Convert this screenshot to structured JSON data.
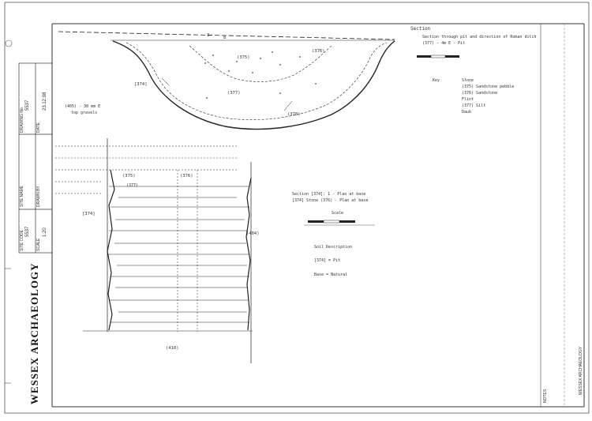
{
  "title_block": {
    "company": "WESSEX ARCHAEOLOGY",
    "site_code_label": "SITE CODE",
    "site_code": "5537",
    "scale_label": "SCALE",
    "scale": "1:20",
    "site_name_label": "SITE NAME",
    "drawn_by_label": "DRAWN BY",
    "drawing_no_label": "DRAWING No.",
    "drawing_no": "5537",
    "date_label": "DATE",
    "date": "23.12.98",
    "notes_label": "NOTES"
  },
  "section": {
    "top_labels": [
      "8",
      "3"
    ],
    "fill_labels": [
      "(375)",
      "(376)",
      "(377)",
      "(378)"
    ],
    "cut_label": "[374]",
    "side_note": [
      "(405) - 30 mm E",
      "top gravels"
    ]
  },
  "plan": {
    "labels": [
      "(375)",
      "(376)",
      "(377)",
      "(404)",
      "[374]"
    ],
    "bottom_label": "(410)",
    "note_line_1": "Section [374]: 1 - Plan at base",
    "note_line_2": "[374] Stone (376) - Plan at base"
  },
  "key_top": {
    "title": "Section",
    "lines": [
      "Section through pit and direction of Roman ditch",
      "(377) - 4m E - Pit"
    ],
    "legend_label": "Key",
    "legend_items": [
      "Stone",
      "(375) Sandstone pebble",
      "(376) Sandstone",
      "Flint",
      "(377) Silt",
      "Daub"
    ]
  },
  "key_mid": {
    "scale_title": "Scale",
    "legend": [
      "Soil Description",
      "[374] = Pit",
      "Base = Natural"
    ]
  },
  "side_text": "WESSEX ARCHAEOLOGY"
}
